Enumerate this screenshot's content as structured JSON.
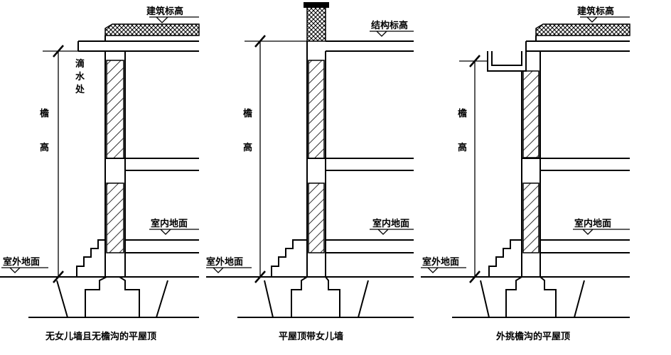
{
  "panels": [
    {
      "caption": "无女儿墙且无檐沟的平屋顶",
      "top_label": "建筑标高",
      "eave_label_1": "檐",
      "eave_label_2": "高",
      "drip_label_1": "滴",
      "drip_label_2": "水",
      "drip_label_3": "处",
      "indoor_label": "室内地面",
      "outdoor_label": "室外地面"
    },
    {
      "caption": "平屋顶带女儿墙",
      "top_label": "结构标高",
      "eave_label_1": "檐",
      "eave_label_2": "高",
      "indoor_label": "室内地面",
      "outdoor_label": "室外地面"
    },
    {
      "caption": "外挑檐沟的平屋顶",
      "top_label": "建筑标高",
      "eave_label_1": "檐",
      "eave_label_2": "高",
      "indoor_label": "室内地面",
      "outdoor_label": "室外地面"
    }
  ]
}
